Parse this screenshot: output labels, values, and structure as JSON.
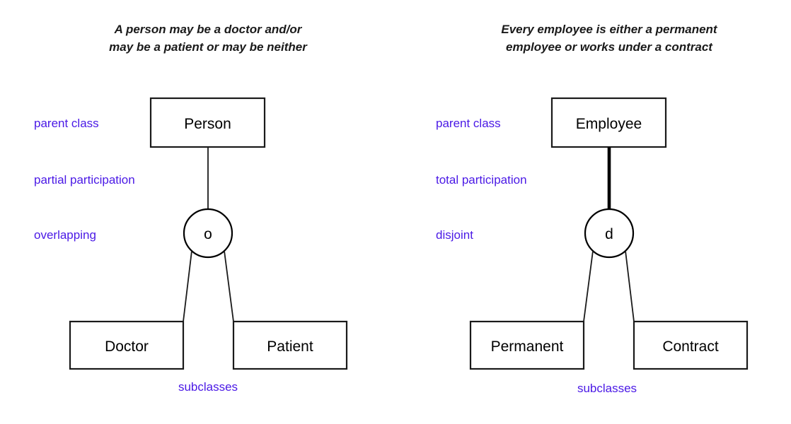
{
  "page": {
    "background": "#ffffff",
    "ink": "#1a1a1a",
    "annotation_color": "#4b1ae6"
  },
  "diagrams": [
    {
      "id": "person-specialization",
      "caption_line1": "A person may be a doctor and/or",
      "caption_line2": "may be a patient or may be neither",
      "parent": "Person",
      "circle_symbol": "o",
      "subclasses": [
        "Doctor",
        "Patient"
      ],
      "annotations": {
        "parent": "parent class",
        "participation": "partial participation",
        "constraint": "overlapping",
        "subclasses": "subclasses"
      }
    },
    {
      "id": "employee-specialization",
      "caption_line1": "Every employee is either a permanent",
      "caption_line2": "employee or works under a contract",
      "parent": "Employee",
      "circle_symbol": "d",
      "subclasses": [
        "Permanent",
        "Contract"
      ],
      "annotations": {
        "parent": "parent class",
        "participation": "total participation",
        "constraint": "disjoint",
        "subclasses": "subclasses"
      }
    }
  ]
}
